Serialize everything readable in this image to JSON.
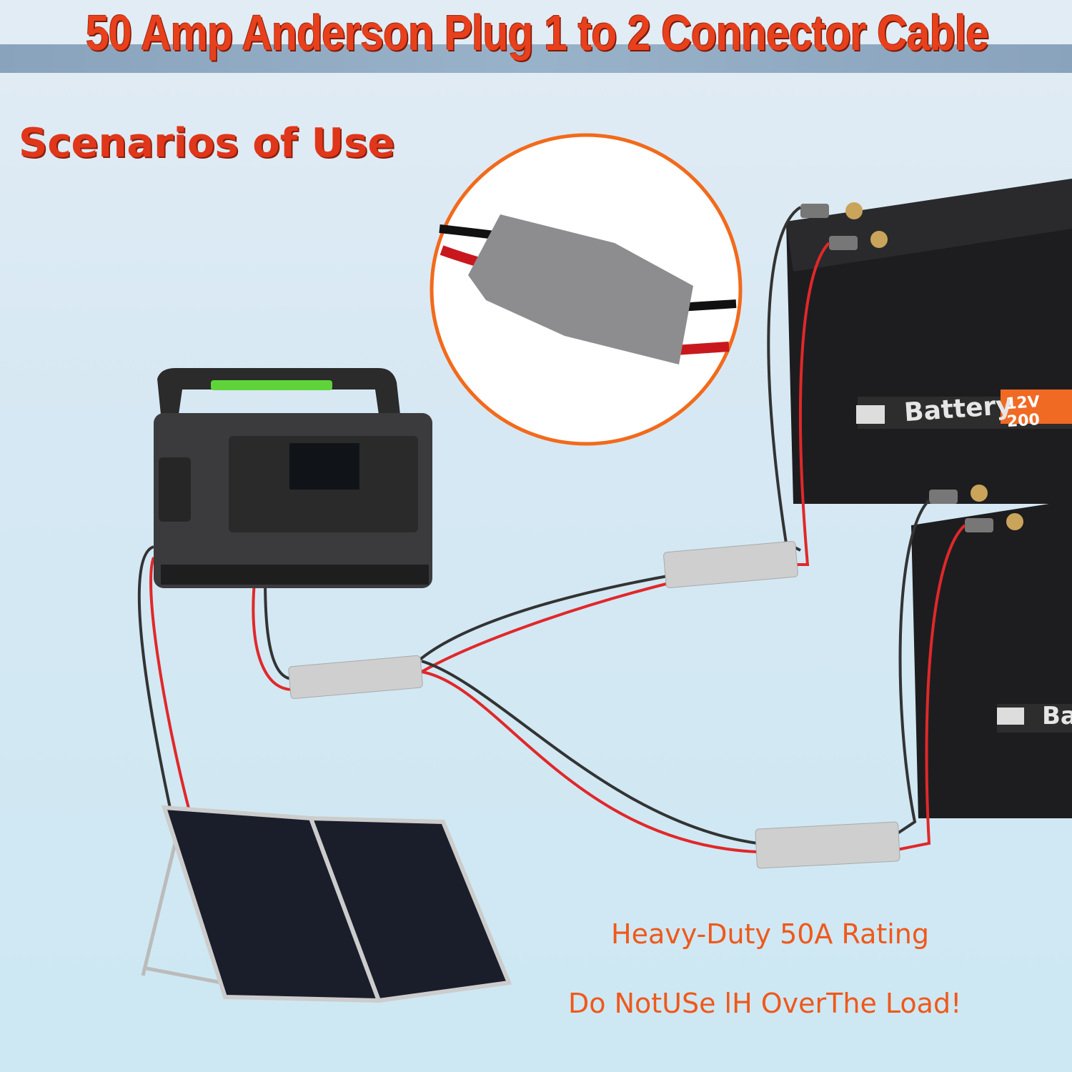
{
  "header": {
    "title": "50 Amp Anderson Plug 1 to 2 Connector Cable"
  },
  "subtitle": "Scenarios of Use",
  "battery_top": {
    "label": "Battery",
    "spec": "12V 200"
  },
  "battery_bottom": {
    "label": "Ba"
  },
  "notes": {
    "rating": "Heavy-Duty 50A Rating",
    "warning": "Do NotUSe lH OverThe Load!"
  },
  "colors": {
    "title_red": "#e8401c",
    "note_orange": "#f0581a",
    "inset_ring": "#f26a1b",
    "connector_gray": "#c9c9c9",
    "cable_red": "#e0282a",
    "cable_black": "#333333"
  }
}
